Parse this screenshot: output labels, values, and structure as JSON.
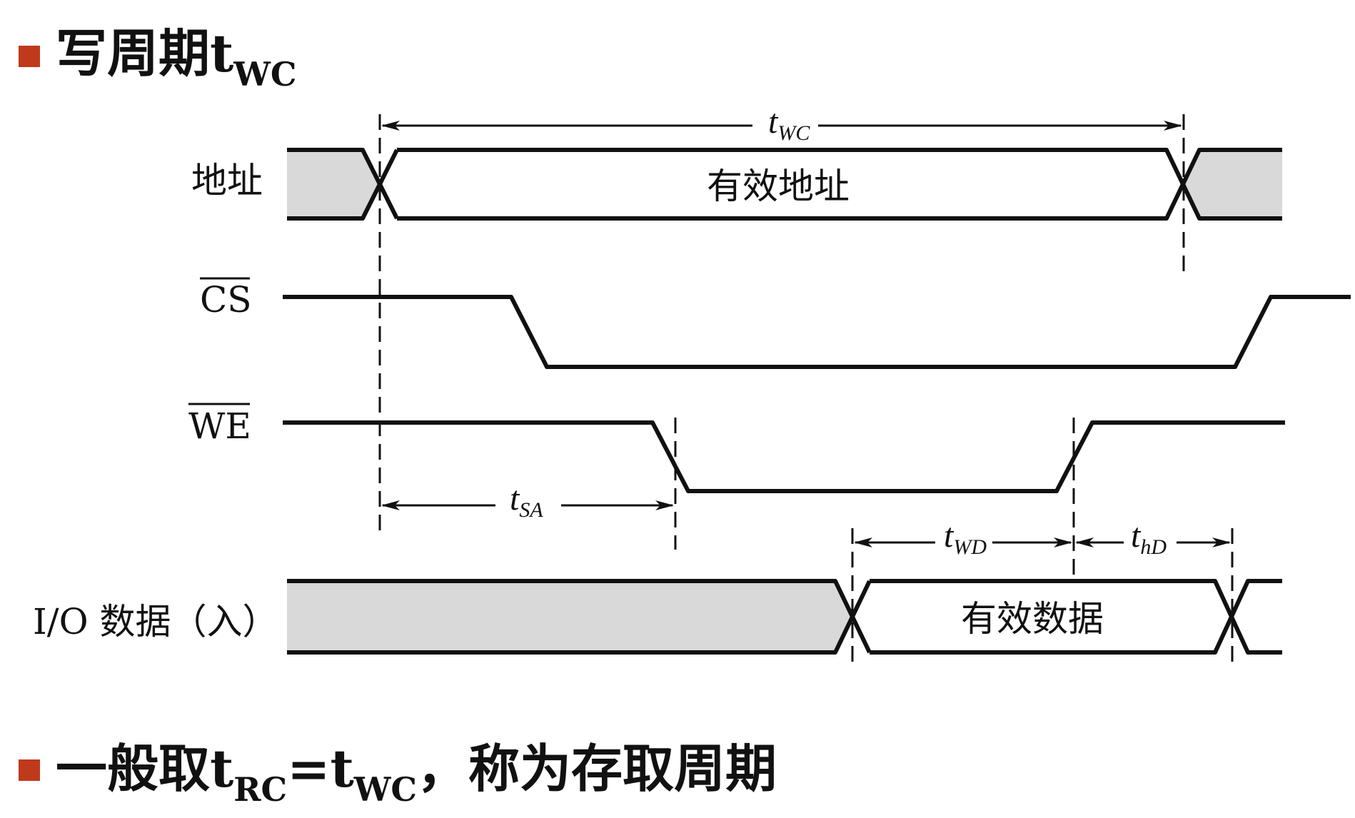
{
  "title": {
    "prefix": "写周期t",
    "sub": "WC"
  },
  "signals": {
    "address": "地址",
    "cs": "CS",
    "we": "WE",
    "io": "I/O 数据（入）"
  },
  "boxes": {
    "valid_address": "有效地址",
    "valid_data": "有效数据"
  },
  "params": {
    "twc": {
      "t": "t",
      "sub": "WC"
    },
    "tsa": {
      "t": "t",
      "sub": "SA"
    },
    "twd": {
      "t": "t",
      "sub": "WD"
    },
    "thd": {
      "t": "t",
      "sub": "hD"
    }
  },
  "footer": {
    "part1": "一般取t",
    "sub1": "RC",
    "eq": "=t",
    "sub2": "WC",
    "rest": "，称为存取周期"
  },
  "colors": {
    "bullet": "#c0391b",
    "bus_fill": "#d9d9d9",
    "line": "#111111"
  }
}
